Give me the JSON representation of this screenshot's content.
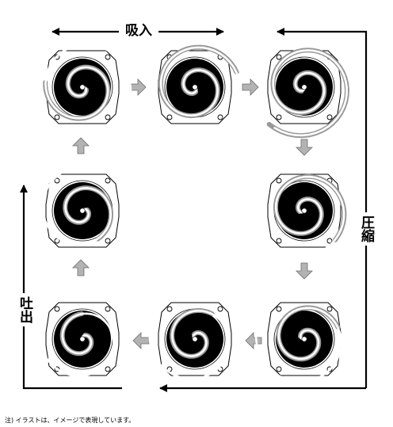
{
  "labels": {
    "intake": "吸入",
    "compression": "圧縮",
    "discharge": "吐出"
  },
  "footnote": "注) イラストは、イメージで表現しています。",
  "colors": {
    "line": "#000000",
    "scroll_fixed": "#000000",
    "scroll_orbiting": "#ffffff",
    "gas": "#999999",
    "step_arrow": "#b3b3b3"
  },
  "stages": [
    {
      "id": 1,
      "gas_sweep": 0.55
    },
    {
      "id": 2,
      "gas_sweep": 0.75
    },
    {
      "id": 3,
      "gas_sweep": 0.95
    },
    {
      "id": 4,
      "gas_sweep": 0.7
    },
    {
      "id": 5,
      "gas_sweep": 0.5
    },
    {
      "id": 6,
      "gas_sweep": 0.35
    },
    {
      "id": 7,
      "gas_sweep": 0.2
    },
    {
      "id": 8,
      "gas_sweep": 0.4
    }
  ]
}
